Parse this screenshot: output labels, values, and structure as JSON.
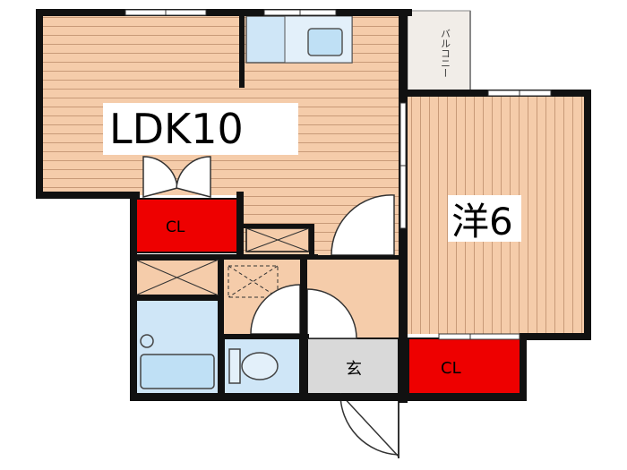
{
  "rooms": {
    "ldk": "LDK10",
    "western": "洋6",
    "closet_left": "CL",
    "closet_right": "CL",
    "entrance": "玄",
    "balcony": "バルコニー"
  },
  "colors": {
    "wood_floor": "#f5ccaa",
    "wood_stripe": "#c89a78",
    "closet": "#ee0000",
    "wet_area": "#cfe6f7",
    "entrance_floor": "#d9d9d9",
    "balcony_floor": "#f1ede8",
    "wall": "#111111"
  }
}
